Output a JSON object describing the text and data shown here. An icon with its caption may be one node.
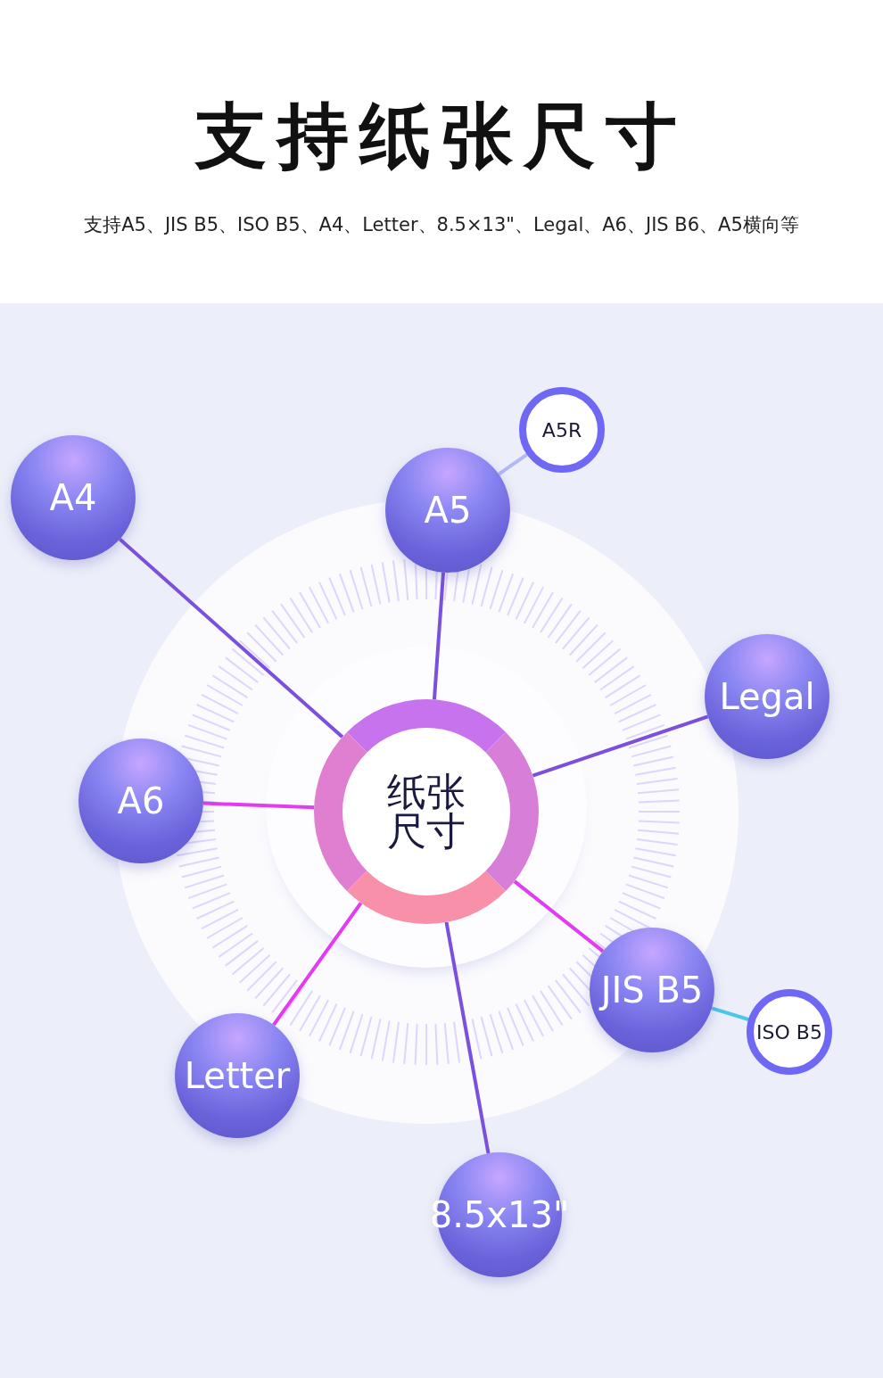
{
  "diagram": {
    "title": "支持纸张尺寸",
    "nodes": [
      {
        "text": [
          "纸张尺寸"
        ]
      },
      {
        "text": [
          "A4"
        ]
      },
      {
        "text": [
          "A5"
        ]
      },
      {
        "text": [
          "A5R"
        ]
      },
      {
        "text": [
          "Legal"
        ]
      },
      {
        "text": [
          "A6"
        ]
      },
      {
        "text": [
          "JIS B5"
        ]
      },
      {
        "text": [
          "ISO B5"
        ]
      },
      {
        "text": [
          "Letter"
        ]
      },
      {
        "text": [
          "8.5x13\""
        ]
      }
    ],
    "edges": [
      {
        "from": 0,
        "to": 1,
        "arrow": "none"
      },
      {
        "from": 0,
        "to": 2,
        "arrow": "none"
      },
      {
        "from": 2,
        "to": 3,
        "arrow": "none",
        "color": "#b3b8f2"
      },
      {
        "from": 0,
        "to": 4,
        "arrow": "none"
      },
      {
        "from": 0,
        "to": 5,
        "arrow": "none",
        "color": "#e23cf0"
      },
      {
        "from": 0,
        "to": 6,
        "arrow": "none",
        "color": "#e23cf0"
      },
      {
        "from": 6,
        "to": 7,
        "arrow": "none",
        "color": "#4ec6e6"
      },
      {
        "from": 0,
        "to": 8,
        "arrow": "none",
        "color": "#e23cf0"
      },
      {
        "from": 0,
        "to": 9,
        "arrow": "none"
      }
    ],
    "labels": [
      "支持A5、JIS B5、ISO B5、A4、Letter、8.5×13\"、Legal、A6、JIS B6、A5横向等"
    ]
  }
}
